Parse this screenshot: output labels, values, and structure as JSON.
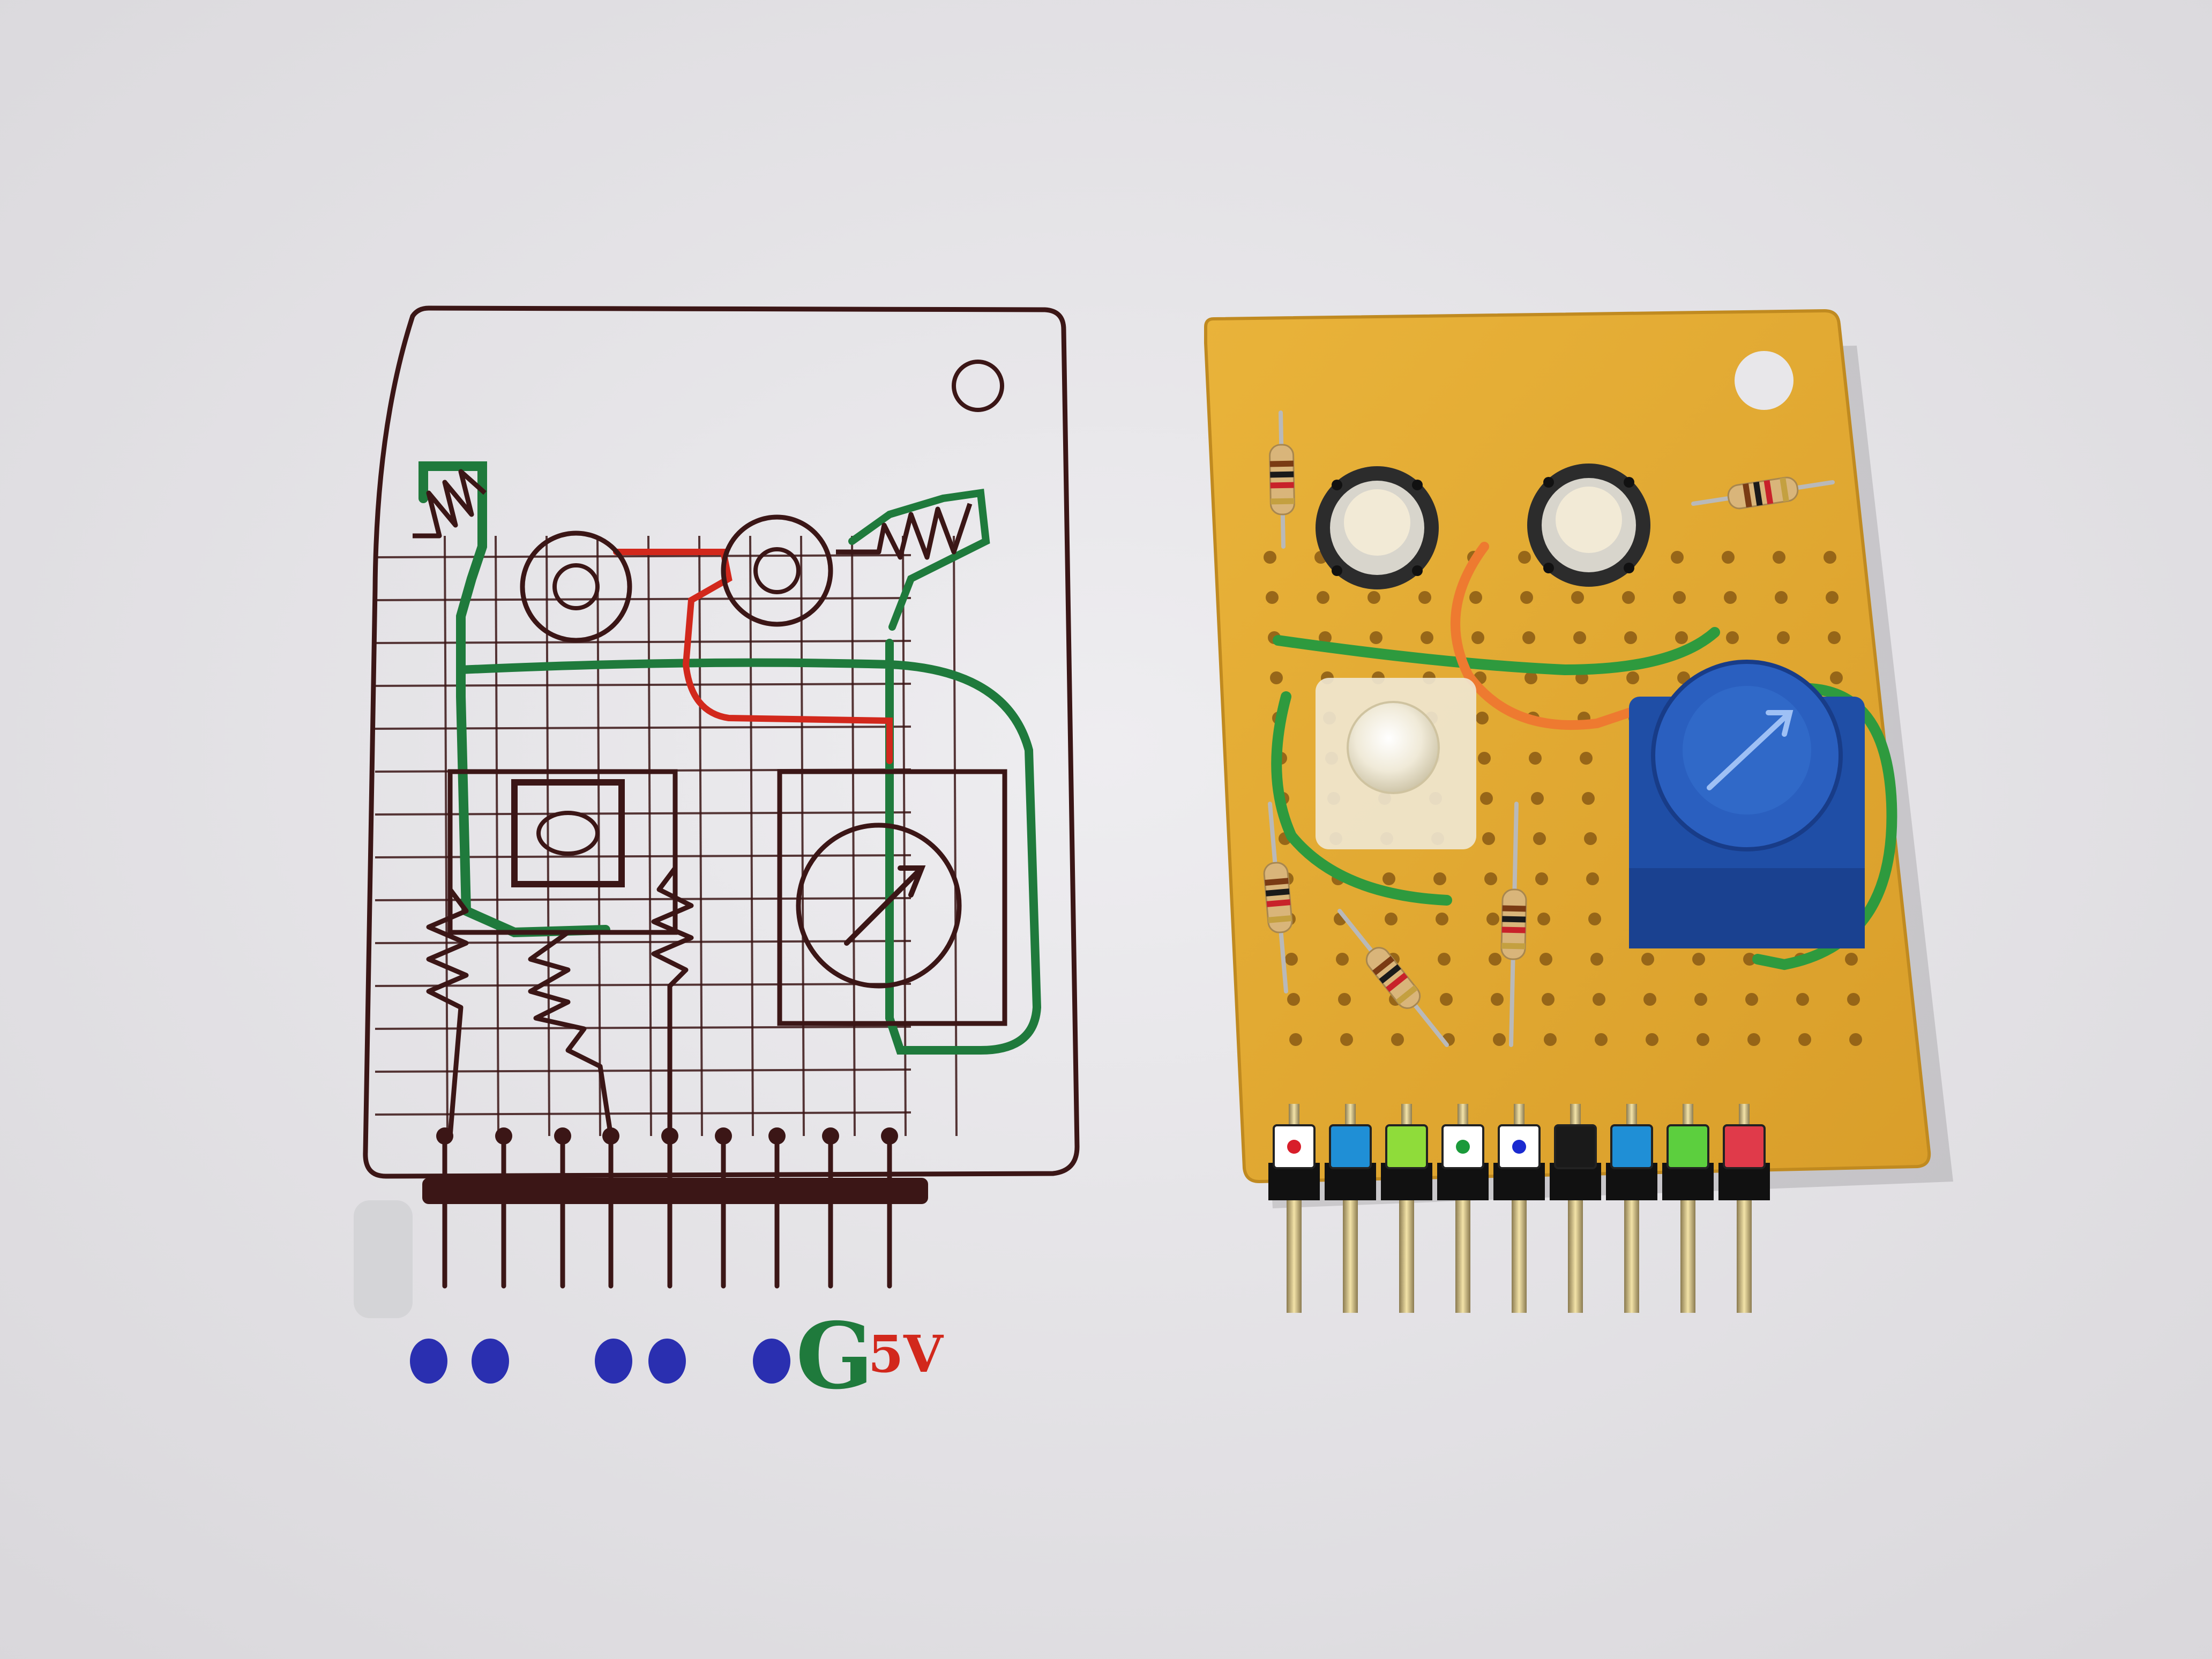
{
  "scene": {
    "paper_color": "#e6e5e8",
    "board_color": "#e3aa2f",
    "ink_dark": "#3b1616",
    "ink_green": "#1f7a3c",
    "ink_red": "#d2281c",
    "ink_blue": "#2a2fb0"
  },
  "sketch": {
    "labels": {
      "ground": "G",
      "power": "5V"
    },
    "pin_dots": [
      "blue",
      "blue",
      "blue",
      "blue",
      "blue"
    ]
  },
  "board": {
    "header_pin_caps": [
      "#ffffff",
      "#1f8fd6",
      "#8fdc3a",
      "#ffffff",
      "#ffffff",
      "#1a1a1a",
      "#1f8fd6",
      "#5ccf3e",
      "#e03a4a"
    ],
    "header_pin_marks": [
      "#d81e2a",
      "",
      "",
      "#1a9a3a",
      "#1a2ad0",
      "",
      "",
      "",
      ""
    ]
  }
}
